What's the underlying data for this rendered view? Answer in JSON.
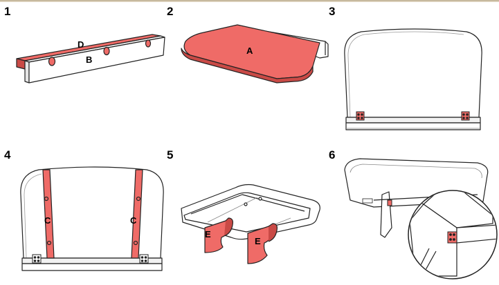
{
  "steps": [
    {
      "number": "1",
      "parts": [
        "D",
        "B"
      ]
    },
    {
      "number": "2",
      "parts": [
        "A"
      ]
    },
    {
      "number": "3",
      "parts": []
    },
    {
      "number": "4",
      "parts": [
        "C",
        "C"
      ]
    },
    {
      "number": "5",
      "parts": [
        "E",
        "E"
      ]
    },
    {
      "number": "6",
      "parts": []
    }
  ],
  "colors": {
    "highlight": "#ef6b67",
    "highlight_dark": "#c94a46",
    "outline": "#222222",
    "board": "#ffffff",
    "board_shade": "#e6e6e6"
  }
}
